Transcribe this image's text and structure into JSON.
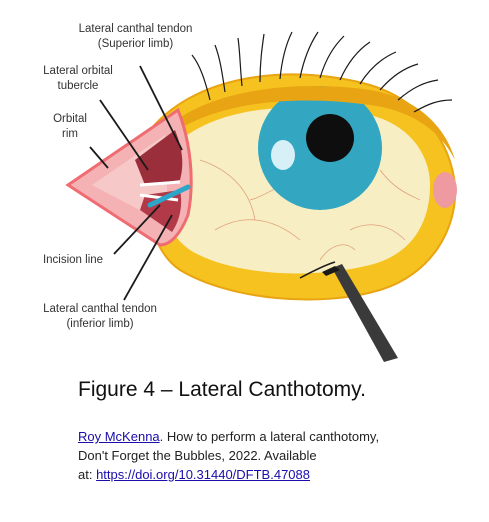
{
  "labels": {
    "tendon_superior_line1": "Lateral canthal tendon",
    "tendon_superior_line2": "(Superior limb)",
    "orbital_tubercle_line1": "Lateral orbital",
    "orbital_tubercle_line2": "tubercle",
    "orbital_rim_line1": "Orbital",
    "orbital_rim_line2": "rim",
    "incision_line": "Incision line",
    "tendon_inferior_line1": "Lateral canthal tendon",
    "tendon_inferior_line2": "(inferior limb)"
  },
  "caption": "Figure 4 – Lateral Canthotomy.",
  "credit": {
    "author_link": "Roy McKenna",
    "text_1": ". How to perform a lateral canthotomy,",
    "text_2": "Don't Forget the Bubbles, 2022. Available",
    "text_3": "at: ",
    "doi_link": "https://doi.org/10.31440/DFTB.47088"
  },
  "colors": {
    "lid_yellow": "#f6c21f",
    "lid_orange": "#e8a413",
    "sclera": "#f8eec3",
    "iris": "#33a7c2",
    "pupil": "#0e0e0e",
    "canthus_red": "#ee8a8e",
    "tendon_dark": "#9a2e3a",
    "incision_blue": "#2ba6c8",
    "forceps": "#3a3a3a"
  }
}
